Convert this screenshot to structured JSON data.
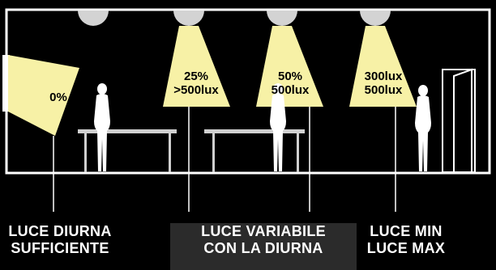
{
  "colors": {
    "background": "#000000",
    "room_outline": "#ffffff",
    "light_cone": "#f7f1a6",
    "lamp": "#d3d3d3",
    "middle_panel": "#2b2b2b",
    "text_on_dark": "#ffffff",
    "text_on_cone": "#000000"
  },
  "zones": [
    {
      "cone_text": [
        "0%"
      ],
      "caption": [
        "LUCE DIURNA",
        "SUFFICIENTE"
      ]
    },
    {
      "cone_text": [
        "25%",
        ">500lux"
      ],
      "caption": []
    },
    {
      "cone_text": [
        "50%",
        "500lux"
      ],
      "caption": [
        "LUCE VARIABILE",
        "CON LA DIURNA"
      ]
    },
    {
      "cone_text": [
        "300lux",
        "500lux"
      ],
      "caption": [
        "LUCE MIN",
        "LUCE MAX"
      ]
    }
  ],
  "icons": [
    "window-icon",
    "ceiling-lamp-icon",
    "person-icon",
    "desk-icon",
    "door-icon"
  ]
}
